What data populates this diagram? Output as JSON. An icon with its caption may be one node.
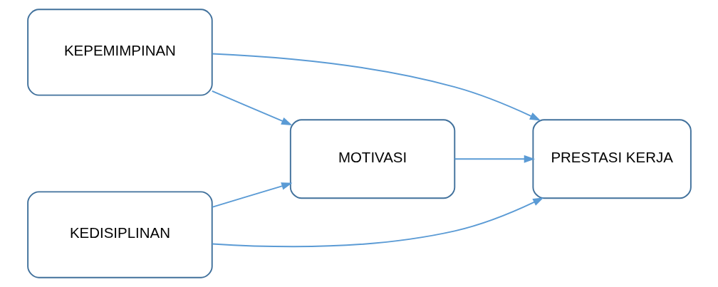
{
  "diagram": {
    "nodes": [
      {
        "text": [
          "KEPEMIMPINAN"
        ]
      },
      {
        "text": [
          "MOTIVASI"
        ]
      },
      {
        "text": [
          "PRESTASI KERJA"
        ]
      },
      {
        "text": [
          "KEDISIPLINAN"
        ]
      }
    ],
    "edges": [
      {
        "from": 0,
        "to": 2,
        "arrow": "to"
      },
      {
        "from": 0,
        "to": 1,
        "arrow": "to"
      },
      {
        "from": 3,
        "to": 1,
        "arrow": "to"
      },
      {
        "from": 3,
        "to": 2,
        "arrow": "to"
      },
      {
        "from": 1,
        "to": 2,
        "arrow": "to"
      }
    ]
  }
}
